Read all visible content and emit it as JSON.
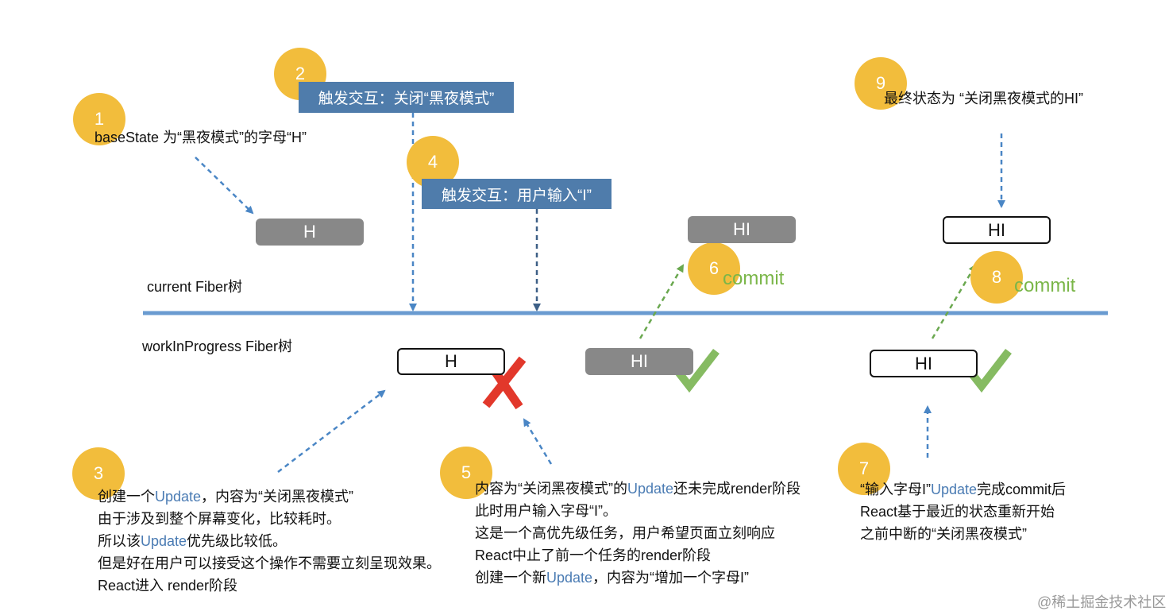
{
  "rows": {
    "current": "current Fiber树",
    "wip": "workInProgress Fiber树"
  },
  "steps": {
    "s1": "1",
    "s2": "2",
    "s3": "3",
    "s4": "4",
    "s5": "5",
    "s6": "6",
    "s7": "7",
    "s8": "8",
    "s9": "9"
  },
  "banners": {
    "b2": "触发交互：关闭“黑夜模式”",
    "b4": "触发交互：用户输入“I”"
  },
  "notes": {
    "n1": "baseState 为“黑夜模式”的字母“H”",
    "n9": "最终状态为 “关闭黑夜模式的HI”",
    "n3": {
      "l1a": "创建一个",
      "l1b": "Update",
      "l1c": "，内容为“关闭黑夜模式”",
      "l2": "由于涉及到整个屏幕变化，比较耗时。",
      "l3a": "所以该",
      "l3b": "Update",
      "l3c": "优先级比较低。",
      "l4": "但是好在用户可以接受这个操作不需要立刻呈现效果。",
      "l5": "React进入 render阶段"
    },
    "n5": {
      "l1a": "内容为“关闭黑夜模式”的",
      "l1b": "Update",
      "l1c": "还未完成render阶段",
      "l2": "此时用户输入字母“I”。",
      "l3": "这是一个高优先级任务，用户希望页面立刻响应",
      "l4": "React中止了前一个任务的render阶段",
      "l5a": "创建一个新",
      "l5b": "Update",
      "l5c": "，内容为“增加一个字母I”"
    },
    "n7": {
      "l1a": "“输入字母I”",
      "l1b": "Update",
      "l1c": "完成commit后",
      "l2": "React基于最近的状态重新开始",
      "l3": "之前中断的“关闭黑夜模式”"
    }
  },
  "nodes": {
    "current_h": "H",
    "current_hi": "HI",
    "current_hi_final": "HI",
    "wip_h": "H",
    "wip_hi": "HI",
    "wip_hi_final": "HI"
  },
  "commit_labels": {
    "c6": "commit",
    "c8": "commit"
  },
  "icons": {
    "cancel": "cross-mark-icon",
    "done": "check-mark-icon"
  },
  "colors": {
    "step_circle": "#f2bd3c",
    "banner": "#4f7cab",
    "divider": "#6a9bd0",
    "arrow": "#4a86c5",
    "commit_arrow": "#6aa84f",
    "cross": "#e2382b",
    "check": "#86bb62",
    "filled_node": "#888888",
    "update_text": "#4a7bb3"
  },
  "watermark": "@稀土掘金技术社区"
}
